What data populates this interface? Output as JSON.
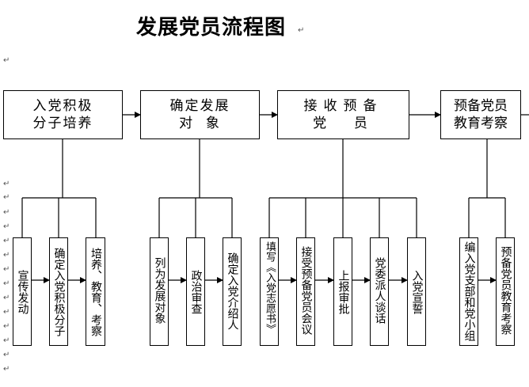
{
  "title": "发展党员流程图",
  "paragraph_mark": "↵",
  "stages": [
    {
      "line1": "入党积极",
      "line2": "分子培养"
    },
    {
      "line1": "确定发展",
      "line2": "对  象"
    },
    {
      "line1": "接收预备",
      "line2": "党  员"
    },
    {
      "line1": "预备党员",
      "line2": "教育考察"
    }
  ],
  "steps": [
    [
      "宣传发动",
      "确定入党积极分子",
      "培养、教育、考察"
    ],
    [
      "列为发展对象",
      "政治审查",
      "确定入党介绍人"
    ],
    [
      "填写《入党志愿书》",
      "接受预备党员会议",
      "上报审批",
      "党委派人谈话",
      "入党宣誓"
    ],
    [
      "编入党支部和党小组",
      "预备党员教育考察"
    ]
  ]
}
